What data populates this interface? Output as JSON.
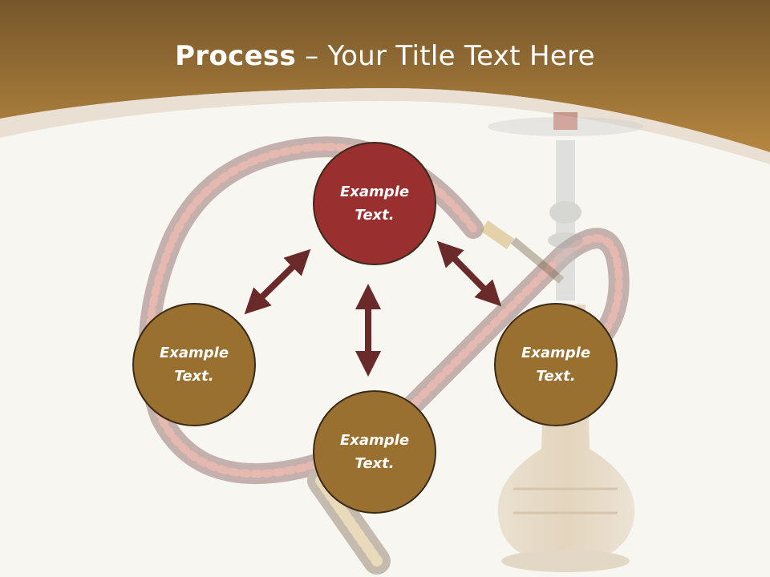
{
  "title": {
    "bold": "Process",
    "dash": " – ",
    "rest": "Your Title Text Here"
  },
  "nodes": {
    "top": "Example\nText.",
    "left": "Example\nText.",
    "right": "Example\nText.",
    "bottom": "Example\nText."
  },
  "colors": {
    "header_top": "#7a5a2c",
    "header_bottom": "#b0833f",
    "accent_red": "#9a2f30",
    "accent_brown": "#9a7030",
    "arrow": "#6b2a2a"
  }
}
